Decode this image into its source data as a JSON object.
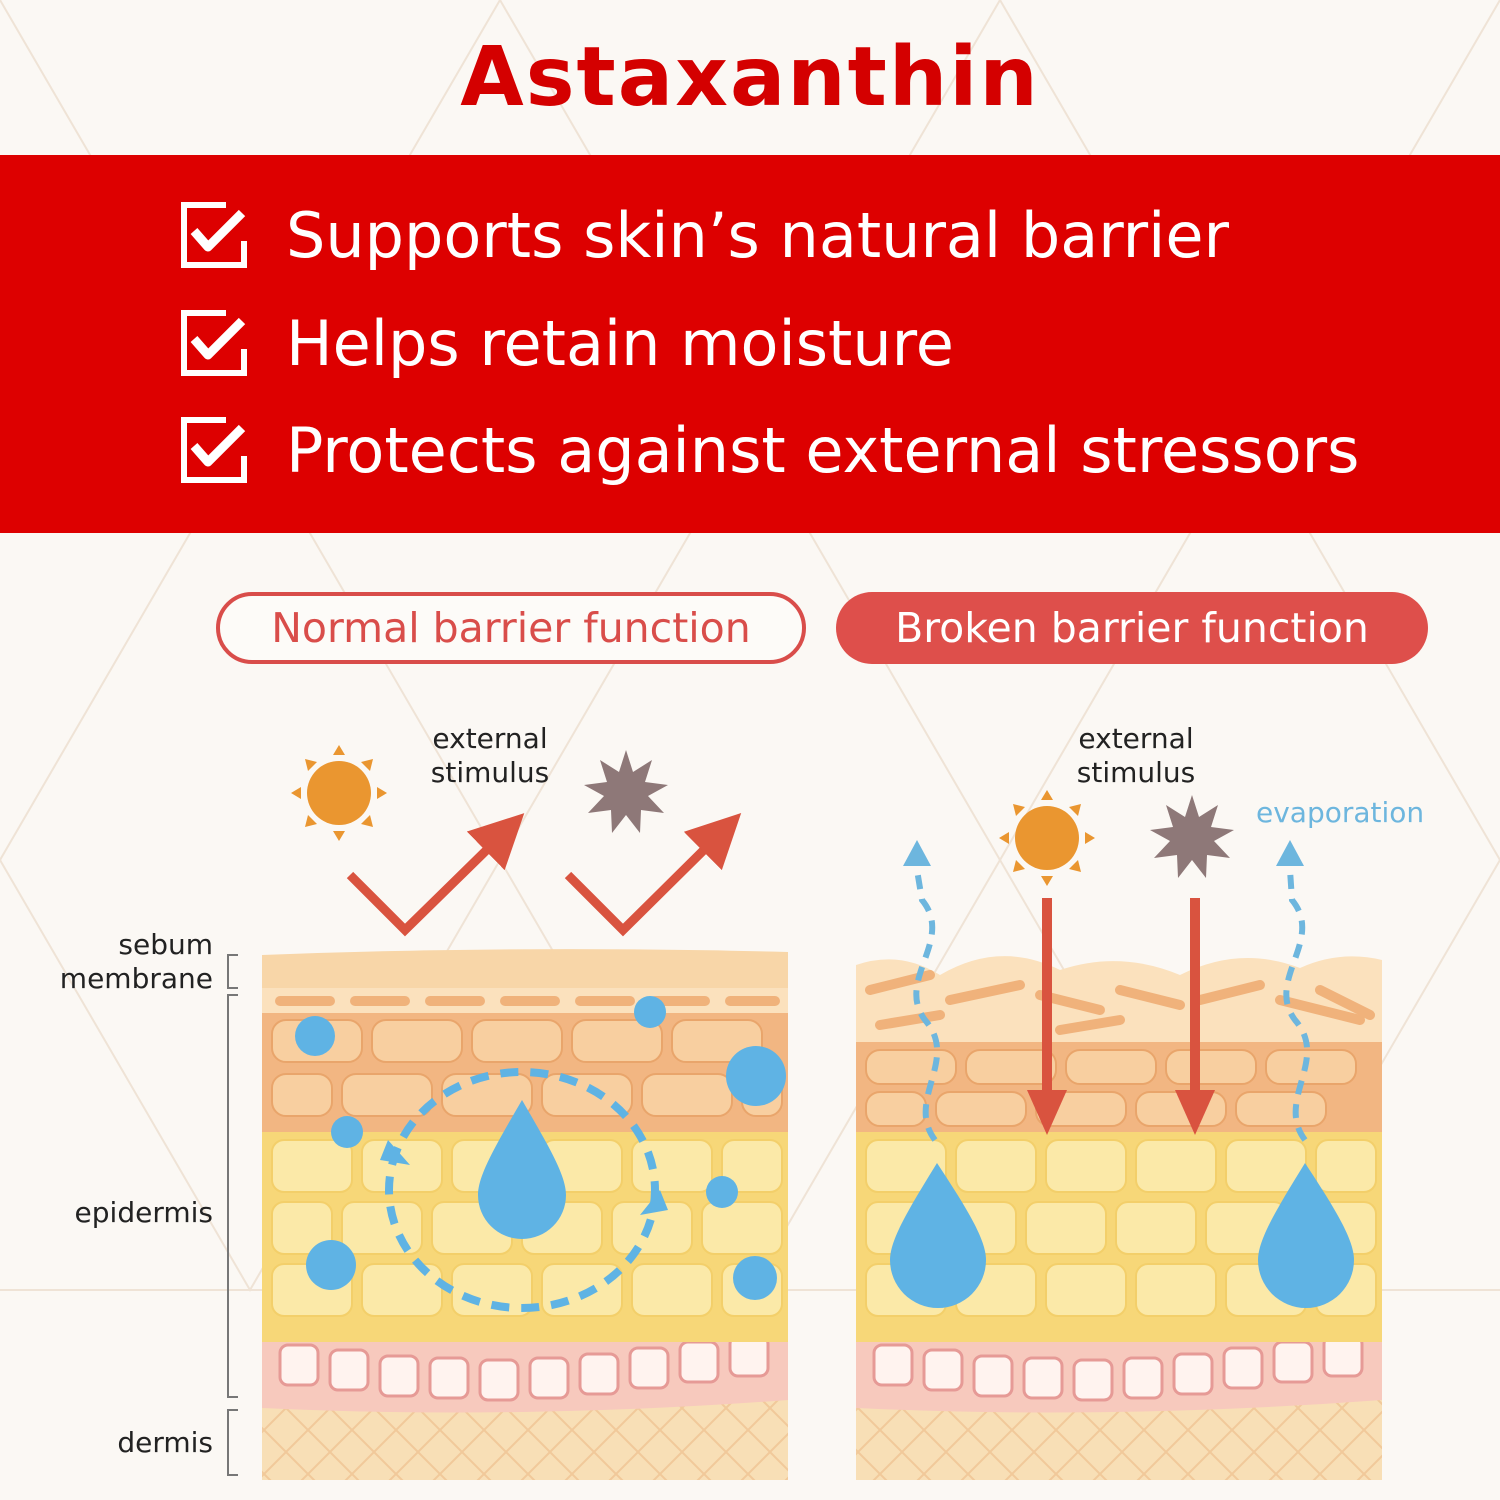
{
  "title": "Astaxanthin",
  "colors": {
    "brand_red": "#dd0000",
    "pill_red": "#de4f4b",
    "water_blue": "#5fb3e4",
    "sun_orange": "#ea9630",
    "arrow_red": "#d9533f"
  },
  "benefits": [
    {
      "icon": "checkbox-icon",
      "label": "Supports skin’s natural barrier"
    },
    {
      "icon": "checkbox-icon",
      "label": "Helps retain moisture"
    },
    {
      "icon": "checkbox-icon",
      "label": "Protects against external stressors"
    }
  ],
  "panels": {
    "normal": {
      "label": "Normal barrier function",
      "stimulus": [
        "external",
        "stimulus"
      ]
    },
    "broken": {
      "label": "Broken barrier function",
      "stimulus": [
        "external",
        "stimulus"
      ],
      "evaporation": "evaporation"
    }
  },
  "layers": {
    "sebum": [
      "sebum",
      "membrane"
    ],
    "epidermis": "epidermis",
    "dermis": "dermis"
  }
}
